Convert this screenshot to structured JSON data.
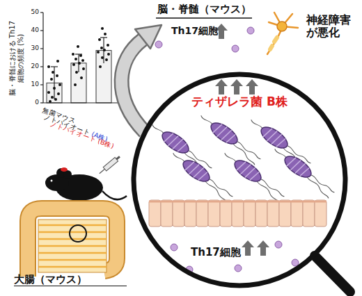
{
  "diagram": {
    "nodes": [
      {
        "text": [
          "ティザレラ菌 B株",
          "Th17細胞"
        ]
      }
    ],
    "labels": [
      "脳・脊髄における Th17細胞の頻度 (%)",
      "50",
      "40",
      "30",
      "20",
      "10",
      "0",
      "無菌マウス",
      "ノトバイオート",
      "(A株)",
      "ノトバイオート",
      "(B株)",
      "脳・脊髄（マウス）",
      "Th17細胞",
      "神経障害 が悪化",
      "大腸（マウス）"
    ]
  }
}
